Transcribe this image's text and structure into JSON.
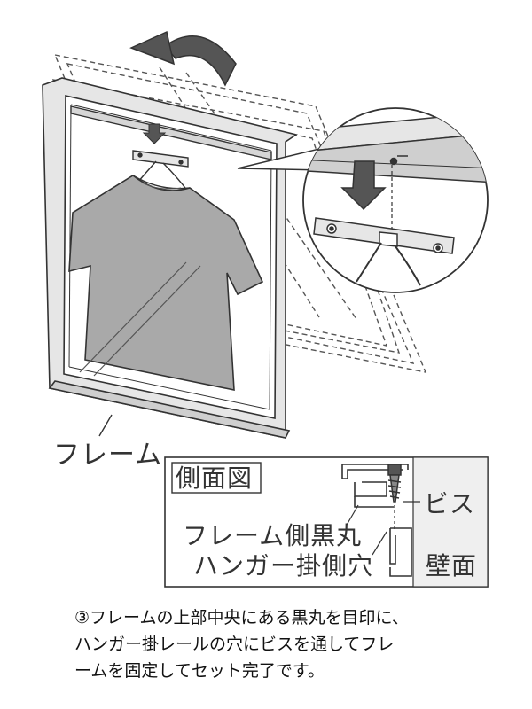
{
  "labels": {
    "frame": "フレーム",
    "side_view_title": "側面図",
    "screw": "ビス",
    "frame_side_dot": "フレーム側黒丸",
    "hanger_side_hole": "ハンガー掛側穴",
    "wall": "壁面"
  },
  "caption": {
    "line1": "③フレームの上部中央にある黒丸を目印に、",
    "line2": "ハンガー掛レールの穴にビスを通してフレ",
    "line3": "ームを固定してセット完了です。"
  },
  "colors": {
    "line": "#333333",
    "frame_fill": "#e6e6e6",
    "shirt_fill": "#a9a9a9",
    "arrow_fill": "#555555",
    "panel_wall": "#efefef"
  },
  "icons": {
    "rotate_arrow": "curved-arrow-icon",
    "down_arrow": "down-arrow-icon",
    "screw": "screw-icon"
  }
}
